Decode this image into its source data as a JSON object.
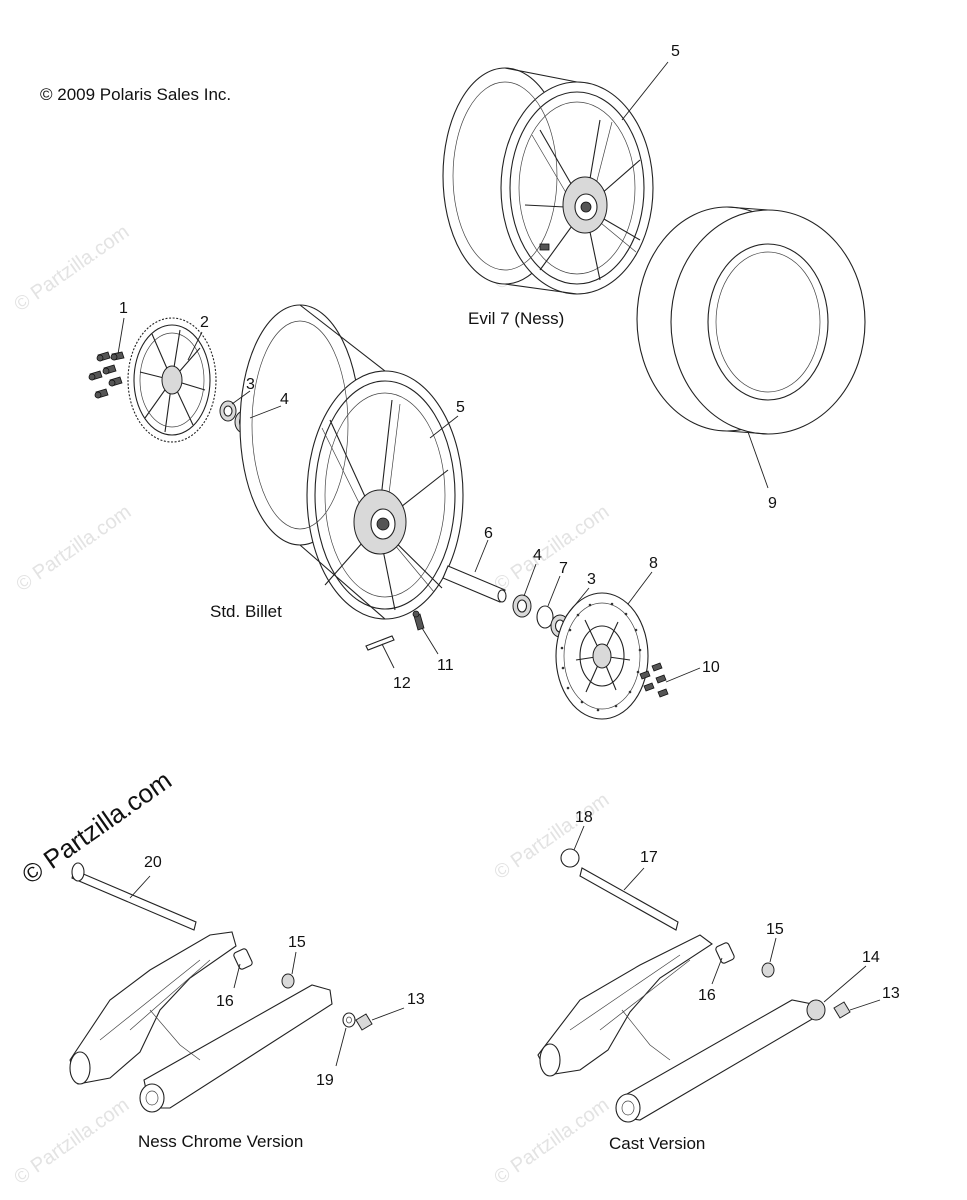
{
  "copyright": "© 2009 Polaris Sales Inc.",
  "watermark": "© Partzilla.com",
  "captions": {
    "evil7": "Evil 7  (Ness)",
    "std_billet": "Std. Billet",
    "ness_chrome": "Ness Chrome Version",
    "cast": "Cast Version"
  },
  "callouts": {
    "c1": "1",
    "c2": "2",
    "c3a": "3",
    "c4a": "4",
    "c5a": "5",
    "c5b": "5",
    "c6": "6",
    "c4b": "4",
    "c7": "7",
    "c3b": "3",
    "c8": "8",
    "c9": "9",
    "c10": "10",
    "c11": "11",
    "c12": "12",
    "c20": "20",
    "c15a": "15",
    "c16a": "16",
    "c13a": "13",
    "c19": "19",
    "c18": "18",
    "c17": "17",
    "c15b": "15",
    "c16b": "16",
    "c14": "14",
    "c13b": "13"
  }
}
